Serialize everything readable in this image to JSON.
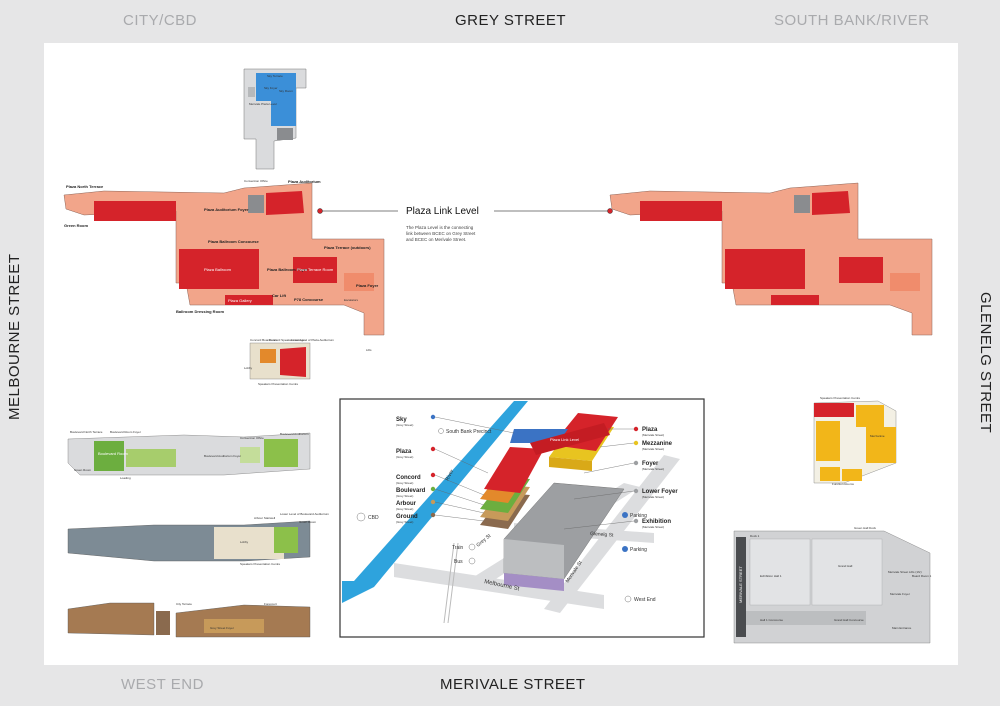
{
  "streets": {
    "top_left": "CITY/CBD",
    "top_center": "GREY STREET",
    "top_right": "SOUTH BANK/RIVER",
    "left": "MELBOURNE STREET",
    "right": "GLENELG STREET",
    "bottom_left": "WEST END",
    "bottom_center": "MERIVALE STREET"
  },
  "plaza_link": {
    "title": "Plaza Link Level",
    "desc_lines": [
      "The Plaza Level is the connecting",
      "link between BCEC on Grey Street",
      "and BCEC on Merivale Street."
    ]
  },
  "plaza_plan": {
    "labels": {
      "north_terrace": "Plaza North Terrace",
      "convention_office": "Convention Office",
      "plaza_auditorium": "Plaza Auditorium",
      "auditorium_foyer": "Plaza Auditorium Foyer",
      "green_room": "Green Room",
      "ballroom_concourse": "Plaza Ballroom Concourse",
      "plaza_terrace": "Plaza Terrace (outdoors)",
      "plaza_ballroom": "Plaza Ballroom",
      "ballroom_foyer": "Plaza Ballroom Foyer",
      "terrace_room": "Plaza Terrace Room",
      "car_lift": "Car Lift",
      "gallery": "Plaza Gallery",
      "p78_concourse": "P78 Concourse",
      "plaza_foyer": "Plaza Foyer",
      "escalators": "Escalators",
      "dressing_room": "Ballroom Dressing Room",
      "lifts": "Lifts"
    }
  },
  "sky_plan": {
    "labels": {
      "terrace": "Sky Terrace",
      "foyer": "Sky Foyer",
      "room": "Sky Room",
      "plaza_level": "Merivale Plaza Level"
    }
  },
  "speakers_plan": {
    "labels": {
      "concord": "Concord Boardroom",
      "speakers_lounge": "Concord Speakers Lounge",
      "lower_level": "Lower Level of Plaza Auditorium",
      "centre": "Speakers Presentation Centre",
      "lobby": "Lobby"
    }
  },
  "boulevard_plan": {
    "labels": {
      "terrace": "Boulevard North Terrace",
      "foyer": "Boulevard Room Foyer",
      "room": "Boulevard Room",
      "convention_office": "Convention Office",
      "auditorium": "Boulevard Auditorium",
      "auditorium_foyer": "Boulevard Auditorium Foyer",
      "green_room": "Green Room",
      "loading": "Loading"
    }
  },
  "arbour_plan": {
    "labels": {
      "stairs": "Arbour Stairwell",
      "lower_level": "Lower Level of Boulevard Auditorium",
      "green_room": "Green Room",
      "centre": "Speakers Presentation Centre",
      "lobby": "Lobby"
    }
  },
  "ground_plan": {
    "labels": {
      "terrace": "City Terrace",
      "foyer": "Grey Street Foyer",
      "forecourt": "Forecourt"
    }
  },
  "mezzanine_plan": {
    "labels": {
      "centre": "Speakers Presentation Centre",
      "mezzanine": "Mezzanine",
      "function_rooms": "Function Rooms"
    }
  },
  "exhibition_plan": {
    "labels": {
      "dock": "Dock 1",
      "green_hall": "Green Hall Dock",
      "hall1": "Exhibition Hall 1",
      "hall1_concourse": "Hall 1 Concourse",
      "grand_hall": "Grand Hall",
      "grand_concourse": "Grand Hall Concourse",
      "main_entrance": "Main Entrance",
      "board_room": "Board Room 1",
      "lifts": "Merivale Street Lifts (1hr)",
      "foyer": "Merivale Foyer",
      "street": "MERIVALE STREET"
    }
  },
  "axo": {
    "levels_left": [
      {
        "name": "Sky",
        "sub": "(Grey Street)",
        "color": "#3b73c4"
      },
      {
        "name": "Plaza",
        "sub": "(Grey Street)",
        "color": "#d5232a"
      },
      {
        "name": "Concord",
        "sub": "(Grey Street)",
        "color": "#d5232a"
      },
      {
        "name": "Boulevard",
        "sub": "(Grey Street)",
        "color": "#6cae3f"
      },
      {
        "name": "Arbour",
        "sub": "(Grey Street)",
        "color": "#c79a5a"
      },
      {
        "name": "Ground",
        "sub": "(Grey Street)",
        "color": "#8a6a4e"
      }
    ],
    "levels_right": [
      {
        "name": "Plaza",
        "sub": "(Merivale Street)",
        "color": "#d5232a"
      },
      {
        "name": "Mezzanine",
        "sub": "(Merivale Street)",
        "color": "#e8c420"
      },
      {
        "name": "Foyer",
        "sub": "(Merivale Street)",
        "color": "#9d9fa2"
      },
      {
        "name": "Lower Foyer",
        "sub": "(Merivale Street)",
        "color": "#9d9fa2"
      },
      {
        "name": "Exhibition",
        "sub": "(Merivale Street)",
        "color": "#9d9fa2"
      }
    ],
    "places": {
      "south_bank": "South Bank Precinct",
      "cbd": "CBD",
      "train": "Train",
      "bus": "Bus",
      "west_end": "West End",
      "parking1": "Parking",
      "parking2": "Parking",
      "grey_st": "Grey St",
      "melbourne_st": "Melbourne St",
      "merivale_st": "Merivale St",
      "glenelg_st": "Glenelg St",
      "river": "River",
      "plaza_link": "Plaza Link Level"
    }
  },
  "colors": {
    "background": "#e6e6e7",
    "panel": "#ffffff",
    "plaza_red": "#d5232a",
    "plaza_salmon": "#f2a58a",
    "sky_blue": "#3b8fd8",
    "boulevard_green": "#8cc04a",
    "mezzanine_yellow": "#f2b619",
    "exhibition_grey": "#a7a9ac",
    "river_blue": "#2ea3dd"
  }
}
